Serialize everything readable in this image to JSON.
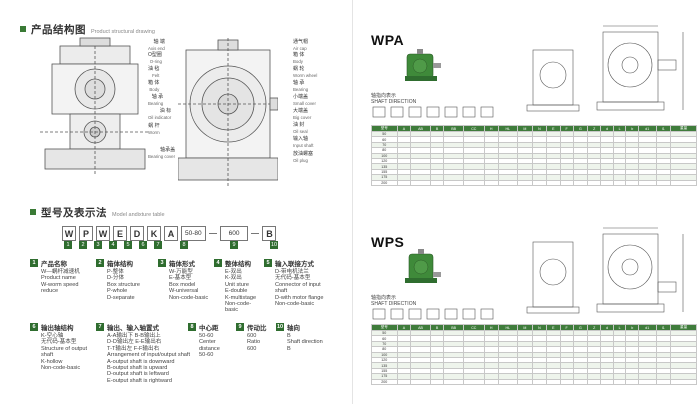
{
  "left": {
    "structure_title": {
      "cn": "产品结构图",
      "en": "Product structural drawing"
    },
    "labels_right": [
      {
        "cn": "轴 端",
        "en": "Axis end"
      },
      {
        "cn": "O型圈",
        "en": "O-ring"
      },
      {
        "cn": "油 毡",
        "en": "Felt"
      },
      {
        "cn": "箱 体",
        "en": "Body"
      },
      {
        "cn": "轴 承",
        "en": "Bearing"
      },
      {
        "cn": "油 标",
        "en": "Oil indicator"
      },
      {
        "cn": "蜗 杆",
        "en": "Worm"
      },
      {
        "cn": "轴承盖",
        "en": "Bearing cover"
      }
    ],
    "labels_far": [
      {
        "cn": "通气帽",
        "en": "Air cap"
      },
      {
        "cn": "箱 体",
        "en": "Body"
      },
      {
        "cn": "蜗 轮",
        "en": "Worm wheel"
      },
      {
        "cn": "轴 承",
        "en": "Bearing"
      },
      {
        "cn": "小端盖",
        "en": "Small cover"
      },
      {
        "cn": "大端盖",
        "en": "Big cover"
      },
      {
        "cn": "油 封",
        "en": "Oil seal"
      },
      {
        "cn": "输入轴",
        "en": "Input shaft"
      },
      {
        "cn": "放油螺塞",
        "en": "Oil plug"
      }
    ],
    "model_title": {
      "cn": "型号及表示法",
      "en": "Model andixture table"
    },
    "code_letters": [
      "W",
      "P",
      "W",
      "E",
      "D",
      "K",
      "A"
    ],
    "code_ratio": "50-80",
    "code_center": "600",
    "code_end": "B",
    "code_numbers": [
      "1",
      "2",
      "3",
      "4",
      "5",
      "6",
      "7",
      "8",
      "9",
      "10"
    ],
    "info": [
      {
        "n": "1",
        "title": "产品名称",
        "body": "W—蜗杆减速机\nProduct name\nW-worm speed\nreduce"
      },
      {
        "n": "2",
        "title": "箱体结构",
        "body": "P-整体\nD-分体\nBox structure\nP-whole\nD-separate"
      },
      {
        "n": "3",
        "title": "箱体形式",
        "body": "W-万能型\nE-基本型\nBox model\nW-universal\nNon-code-basic"
      },
      {
        "n": "4",
        "title": "整体结构",
        "body": "E-双出\nK-双出\nUnit sture\nE-double\nK-multistage\nNon-code-basic"
      },
      {
        "n": "5",
        "title": "输入联接方式",
        "body": "D-带电机法兰\n无代码-基本型\nConnector of input\nshaft\nD-with motor flange\nNon-code-basic"
      },
      {
        "n": "6",
        "title": "输出轴结构",
        "body": "K-空心轴\n无代码-基本型\nStructure of output\nshaft\nK-hollow\nNon-code-basic"
      },
      {
        "n": "7",
        "title": "输出、输入轴置式",
        "body": "A-A输出下  B-B输出上\nD-D输出左  E-E输出右\nT-T输出左  F-F输出右\nArrangement of input/output shaft\nA-output shaft is downward\nB-output shaft is upward\nD-output shaft is leftward\nE-output shaft is rightward"
      },
      {
        "n": "8",
        "title": "中心距",
        "body": "50-60\nCenter distance\n50-60"
      },
      {
        "n": "9",
        "title": "传动比",
        "body": "600\nRatio\n600"
      },
      {
        "n": "10",
        "title": "轴向",
        "body": "B\nShaft direction\nB"
      }
    ]
  },
  "right": {
    "sections": [
      {
        "model": "WPA",
        "shaft_label_cn": "轴指向表示",
        "shaft_label_en": "SHAFT DIRECTION"
      },
      {
        "model": "WPS",
        "shaft_label_cn": "轴指向表示",
        "shaft_label_en": "SHAFT DIRECTION"
      }
    ],
    "table_headers": [
      "尺寸",
      "型号",
      "A",
      "AB",
      "B",
      "BB",
      "CC",
      "H",
      "HL",
      "M",
      "N",
      "E",
      "F",
      "G",
      "Z",
      "低速轴",
      "d",
      "L",
      "b",
      "t",
      "高速轴",
      "d1",
      "l1",
      "b1",
      "t1",
      "重量"
    ],
    "table_rows": [
      [
        "40",
        "50",
        "",
        "",
        "",
        "",
        "",
        "",
        "",
        "",
        "",
        "",
        "",
        "",
        "",
        "",
        "",
        "",
        "",
        "",
        "",
        "",
        "",
        "",
        "",
        ""
      ],
      [
        "50",
        "60",
        "",
        "",
        "",
        "",
        "",
        "",
        "",
        "",
        "",
        "",
        "",
        "",
        "",
        "",
        "",
        "",
        "",
        "",
        "",
        "",
        "",
        "",
        "",
        ""
      ],
      [
        "60",
        "70",
        "",
        "",
        "",
        "",
        "",
        "",
        "",
        "",
        "",
        "",
        "",
        "",
        "",
        "",
        "",
        "",
        "",
        "",
        "",
        "",
        "",
        "",
        "",
        ""
      ],
      [
        "70",
        "80",
        "",
        "",
        "",
        "",
        "",
        "",
        "",
        "",
        "",
        "",
        "",
        "",
        "",
        "",
        "",
        "",
        "",
        "",
        "",
        "",
        "",
        "",
        "",
        ""
      ],
      [
        "80",
        "100",
        "",
        "",
        "",
        "",
        "",
        "",
        "",
        "",
        "",
        "",
        "",
        "",
        "",
        "",
        "",
        "",
        "",
        "",
        "",
        "",
        "",
        "",
        "",
        ""
      ],
      [
        "100",
        "120",
        "",
        "",
        "",
        "",
        "",
        "",
        "",
        "",
        "",
        "",
        "",
        "",
        "",
        "",
        "",
        "",
        "",
        "",
        "",
        "",
        "",
        "",
        "",
        ""
      ],
      [
        "120",
        "135",
        "",
        "",
        "",
        "",
        "",
        "",
        "",
        "",
        "",
        "",
        "",
        "",
        "",
        "",
        "",
        "",
        "",
        "",
        "",
        "",
        "",
        "",
        "",
        ""
      ],
      [
        "135",
        "155",
        "",
        "",
        "",
        "",
        "",
        "",
        "",
        "",
        "",
        "",
        "",
        "",
        "",
        "",
        "",
        "",
        "",
        "",
        "",
        "",
        "",
        "",
        "",
        ""
      ],
      [
        "155",
        "175",
        "",
        "",
        "",
        "",
        "",
        "",
        "",
        "",
        "",
        "",
        "",
        "",
        "",
        "",
        "",
        "",
        "",
        "",
        "",
        "",
        "",
        "",
        "",
        ""
      ],
      [
        "175",
        "200",
        "",
        "",
        "",
        "",
        "",
        "",
        "",
        "",
        "",
        "",
        "",
        "",
        "",
        "",
        "",
        "",
        "",
        "",
        "",
        "",
        "",
        "",
        "",
        ""
      ],
      [
        "200",
        "250",
        "",
        "",
        "",
        "",
        "",
        "",
        "",
        "",
        "",
        "",
        "",
        "",
        "",
        "",
        "",
        "",
        "",
        "",
        "",
        "",
        "",
        "",
        "",
        ""
      ]
    ]
  },
  "colors": {
    "accent": "#3f7c3b",
    "gear_green": "#3f8a3a",
    "line": "#555555"
  }
}
